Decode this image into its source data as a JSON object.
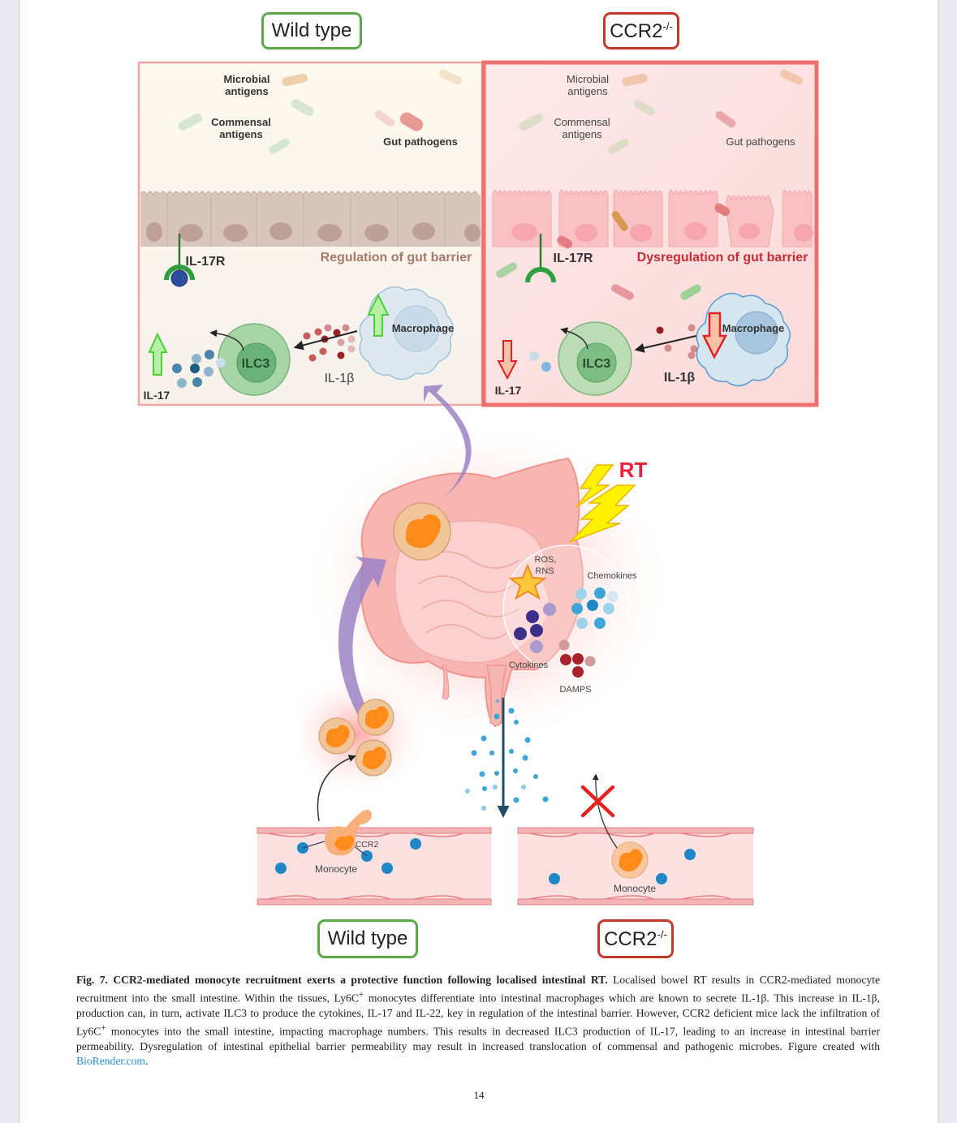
{
  "figure": {
    "top_labels": {
      "wild_type": "Wild type",
      "ccr2_base": "CCR2",
      "ccr2_sup": "-/-"
    },
    "bottom_labels": {
      "wild_type": "Wild type",
      "ccr2_base": "CCR2",
      "ccr2_sup": "-/-"
    },
    "wt_panel": {
      "microbial_antigens": "Microbial antigens",
      "commensal_antigens": "Commensal antigens",
      "gut_pathogens": "Gut pathogens",
      "receptor": "IL-17R",
      "barrier_label": "Regulation of gut barrier",
      "cytokine_out": "IL-17",
      "cell": "ILC3",
      "cytokine_in": "IL-1β",
      "macrophage": "Macrophage",
      "il17_trend": "up",
      "macrophage_trend": "up"
    },
    "ko_panel": {
      "microbial_antigens": "Microbial antigens",
      "commensal_antigens": "Commensal antigens",
      "gut_pathogens": "Gut pathogens",
      "receptor": "IL-17R",
      "barrier_label": "Dysregulation of gut barrier",
      "cytokine_out": "IL-17",
      "cell": "ILC3",
      "cytokine_in": "IL-1β",
      "macrophage": "Macrophage",
      "il17_trend": "down",
      "macrophage_trend": "down"
    },
    "center": {
      "rt_label": "RT",
      "ros": "ROS,",
      "rns": "RNS",
      "chemokines": "Chemokines",
      "cytokines": "Cytokines",
      "damps": "DAMPS"
    },
    "vessels": {
      "wt_monocyte": "Monocyte",
      "wt_receptor": "CCR2",
      "ko_monocyte": "Monocyte"
    },
    "colors": {
      "wt_green": "#5aa848",
      "ko_red": "#c0392b",
      "ko_panel_border": "#ef6f6f",
      "rt_red": "#e8203a",
      "purple_arrow": "#9b82c4"
    }
  },
  "caption": {
    "fig_label": "Fig. 7.",
    "title": "CCR2-mediated monocyte recruitment exerts a protective function following localised intestinal RT.",
    "body_1": " Localised bowel RT results in CCR2-mediated monocyte recruitment into the small intestine. Within the tissues, Ly6C",
    "sup_1": "+",
    "body_2": " monocytes differentiate into intestinal macrophages which are known to secrete IL-1β. This increase in IL-1β, production can, in turn, activate ILC3 to produce the cytokines, IL-17 and IL-22, key in regulation of the intestinal barrier. However, CCR2 deficient mice lack the infiltration of Ly6C",
    "sup_2": "+",
    "body_3": " monocytes into the small intestine, impacting macrophage numbers. This results in decreased ILC3 production of IL-17, leading to an increase in intestinal barrier permeability. Dysregulation of intestinal epithelial barrier permeability may result in increased translocation of commensal and pathogenic microbes. Figure created with ",
    "link": "BioRender.com",
    "end": "."
  },
  "page_number": "14"
}
